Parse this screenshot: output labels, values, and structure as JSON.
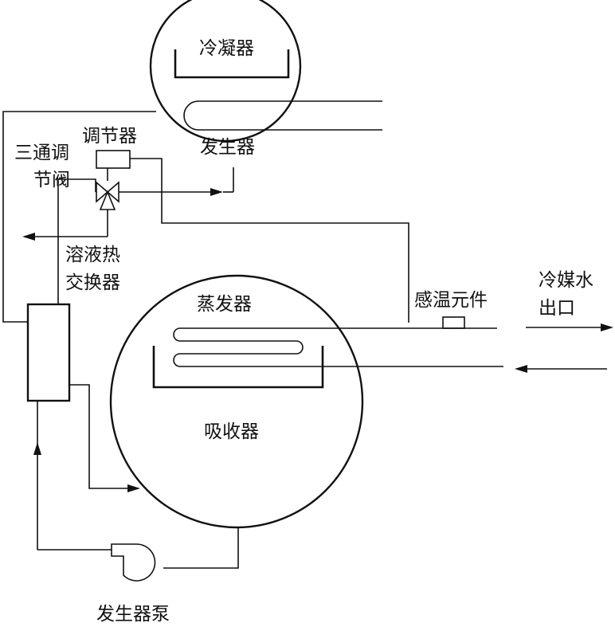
{
  "labels": {
    "condenser": "冷凝器",
    "generator": "发生器",
    "regulator": "调节器",
    "three_way_valve_1": "三通调",
    "three_way_valve_2": "节阀",
    "heat_exchanger_1": "溶液热",
    "heat_exchanger_2": "交换器",
    "evaporator": "蒸发器",
    "absorber": "吸收器",
    "temp_sensor": "感温元件",
    "chilled_water_1": "冷媒水",
    "chilled_water_2": "出口",
    "generator_pump": "发生器泵"
  }
}
